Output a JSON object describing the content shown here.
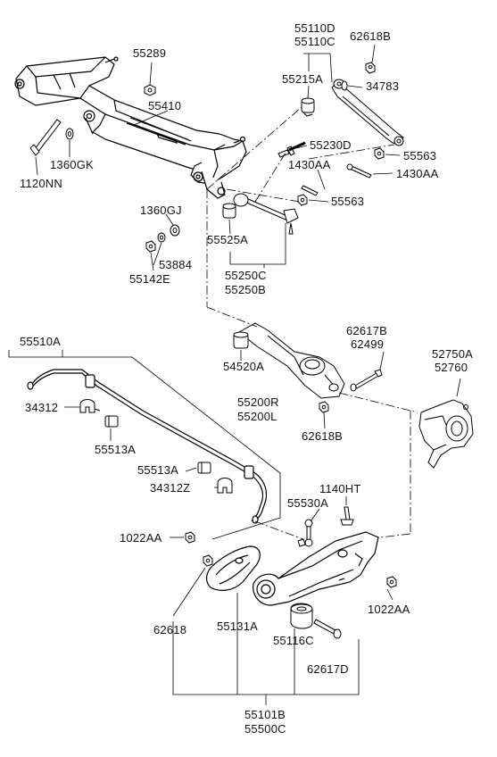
{
  "diagram": {
    "labels": {
      "l55289": "55289",
      "l55110D": "55110D",
      "l55110C": "55110C",
      "l62618B_top": "62618B",
      "l55215A": "55215A",
      "l34783": "34783",
      "l55410": "55410",
      "l55230D": "55230D",
      "l55563_a": "55563",
      "l1360GK": "1360GK",
      "l1430AA_a": "1430AA",
      "l1430AA_b": "1430AA",
      "l1120NN": "1120NN",
      "l55563_b": "55563",
      "l1360GJ": "1360GJ",
      "l55525A": "55525A",
      "l53884": "53884",
      "l55142E": "55142E",
      "l55250C": "55250C",
      "l55250B": "55250B",
      "l55510A": "55510A",
      "l62617B": "62617B",
      "l62499": "62499",
      "l52750A": "52750A",
      "l52760": "52760",
      "l54520A": "54520A",
      "l55200R": "55200R",
      "l55200L": "55200L",
      "l34312": "34312",
      "l62618B_mid": "62618B",
      "l55513A_a": "55513A",
      "l55513A_b": "55513A",
      "l34312Z": "34312Z",
      "l1140HT": "1140HT",
      "l55530A": "55530A",
      "l1022AA_a": "1022AA",
      "l1022AA_b": "1022AA",
      "l62618": "62618",
      "l55131A": "55131A",
      "l55116C": "55116C",
      "l62617D": "62617D",
      "l55101B": "55101B",
      "l55500C": "55500C"
    }
  }
}
